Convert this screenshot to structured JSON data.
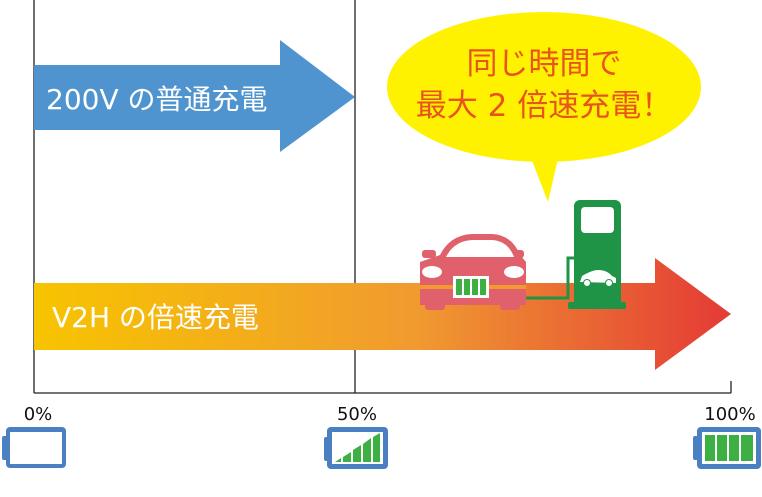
{
  "arrows": {
    "normal": {
      "label": "200V の普通充電",
      "color": "#4f94cf"
    },
    "v2h": {
      "label": "V2H の倍速充電",
      "gradient": [
        "#f7c400",
        "#f09a30",
        "#e43a36"
      ]
    }
  },
  "bubble": {
    "line1": "同じ時間で",
    "line2": "最大 2 倍速充電！",
    "fill": "#fff200",
    "text_color": "#e8541c"
  },
  "scale": {
    "ticks": [
      "0%",
      "50%",
      "100%"
    ]
  },
  "batteries": [
    {
      "level": "0%",
      "fill_fraction": 0
    },
    {
      "level": "50%",
      "fill_fraction": 0.5
    },
    {
      "level": "100%",
      "fill_fraction": 1
    }
  ],
  "colors": {
    "battery_frame": "#4a80c2",
    "battery_fill": "#3cb043",
    "car": "#e0606c",
    "charger": "#1f9447"
  }
}
